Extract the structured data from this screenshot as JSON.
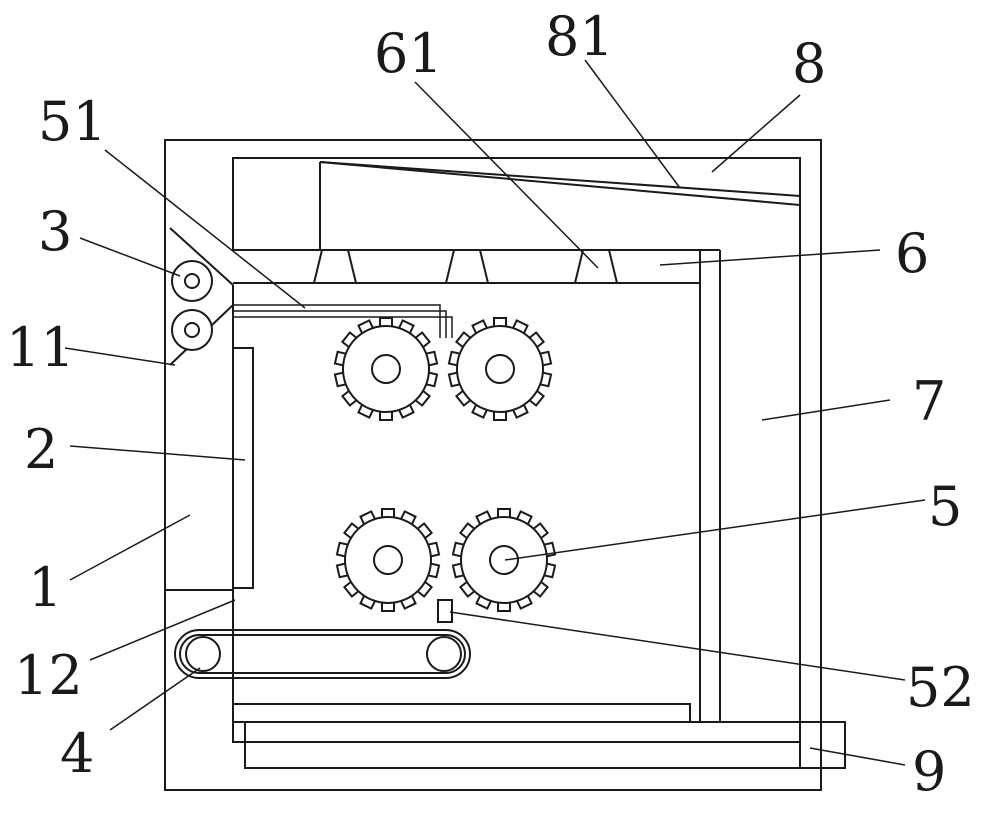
{
  "diagram": {
    "line_color": "#1a1a1a",
    "background": "#ffffff",
    "labels": {
      "l1": "1",
      "l2": "2",
      "l3": "3",
      "l4": "4",
      "l5": "5",
      "l6": "6",
      "l7": "7",
      "l8": "8",
      "l9": "9",
      "l11": "11",
      "l12": "12",
      "l51": "51",
      "l52": "52",
      "l61": "61",
      "l81": "81"
    }
  }
}
